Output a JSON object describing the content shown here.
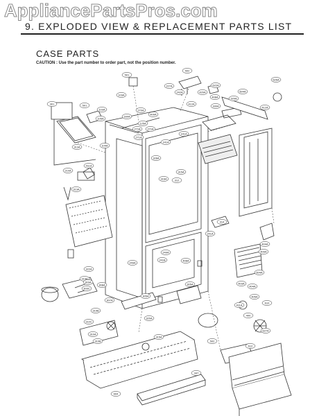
{
  "page": {
    "watermark": "AppliancePartsPros.com",
    "header_title": "9. EXPLODED VIEW & REPLACEMENT PARTS LIST",
    "section_title": "CASE PARTS",
    "caution": "CAUTION : Use the part number to order part, not the position number."
  },
  "labels": [
    {
      "id": "l1",
      "text": "501"
    },
    {
      "id": "l2",
      "text": "502"
    },
    {
      "id": "l3",
      "text": "103A"
    },
    {
      "id": "l4",
      "text": "227A"
    },
    {
      "id": "l5",
      "text": "420A"
    },
    {
      "id": "l6",
      "text": "242A"
    },
    {
      "id": "l7",
      "text": "622A"
    },
    {
      "id": "l8",
      "text": "626A"
    },
    {
      "id": "l9",
      "text": "604A"
    },
    {
      "id": "l10",
      "text": "408A"
    },
    {
      "id": "l11",
      "text": "320A"
    },
    {
      "id": "l12",
      "text": "412A"
    },
    {
      "id": "l13",
      "text": "501"
    },
    {
      "id": "l14",
      "text": "103A"
    },
    {
      "id": "l15",
      "text": "270A"
    },
    {
      "id": "l16",
      "text": "105A"
    },
    {
      "id": "l17",
      "text": "409A"
    },
    {
      "id": "l18",
      "text": "330A"
    },
    {
      "id": "l19",
      "text": "125A"
    },
    {
      "id": "l20",
      "text": "412A"
    },
    {
      "id": "l21",
      "text": "330A"
    },
    {
      "id": "l22",
      "text": "301"
    },
    {
      "id": "l23",
      "text": "271B"
    },
    {
      "id": "l24",
      "text": "271B"
    },
    {
      "id": "l25",
      "text": "271A"
    },
    {
      "id": "l26",
      "text": "141A"
    },
    {
      "id": "l27",
      "text": "141A"
    },
    {
      "id": "l28",
      "text": "104A"
    },
    {
      "id": "l29",
      "text": "313A"
    },
    {
      "id": "l30",
      "text": "210A"
    },
    {
      "id": "l31",
      "text": "411A"
    },
    {
      "id": "l32",
      "text": "328A"
    },
    {
      "id": "l33",
      "text": "313A"
    },
    {
      "id": "l34",
      "text": "316A"
    },
    {
      "id": "l35",
      "text": "315A"
    },
    {
      "id": "l36",
      "text": "314"
    },
    {
      "id": "l37",
      "text": "312"
    },
    {
      "id": "l38",
      "text": "241A"
    },
    {
      "id": "l39",
      "text": "249A"
    },
    {
      "id": "l40",
      "text": "241B"
    },
    {
      "id": "l41",
      "text": "249A"
    },
    {
      "id": "l42",
      "text": "408A"
    },
    {
      "id": "l43",
      "text": "404A"
    },
    {
      "id": "l44",
      "text": "409A"
    },
    {
      "id": "l45",
      "text": "604A"
    },
    {
      "id": "l46",
      "text": "305A"
    },
    {
      "id": "l47",
      "text": "319A"
    },
    {
      "id": "l48",
      "text": "303A"
    },
    {
      "id": "l49",
      "text": "303C"
    },
    {
      "id": "l50",
      "text": "308A"
    },
    {
      "id": "l51",
      "text": "322A"
    },
    {
      "id": "l52",
      "text": "307A"
    },
    {
      "id": "l53",
      "text": "305A"
    },
    {
      "id": "l54",
      "text": "403A"
    },
    {
      "id": "l55",
      "text": "404A"
    },
    {
      "id": "l56",
      "text": "405A"
    },
    {
      "id": "l57",
      "text": "610"
    },
    {
      "id": "l58",
      "text": "411A"
    },
    {
      "id": "l59",
      "text": "400"
    },
    {
      "id": "l60",
      "text": "320A"
    },
    {
      "id": "l61",
      "text": "319B"
    },
    {
      "id": "l62",
      "text": "310C"
    },
    {
      "id": "l63",
      "text": "310A"
    },
    {
      "id": "l64",
      "text": "310B"
    },
    {
      "id": "l65",
      "text": "315A"
    },
    {
      "id": "l66",
      "text": "502"
    },
    {
      "id": "l67",
      "text": "347"
    },
    {
      "id": "l68",
      "text": "604"
    },
    {
      "id": "l69",
      "text": "612"
    },
    {
      "id": "l70",
      "text": "627A"
    }
  ]
}
